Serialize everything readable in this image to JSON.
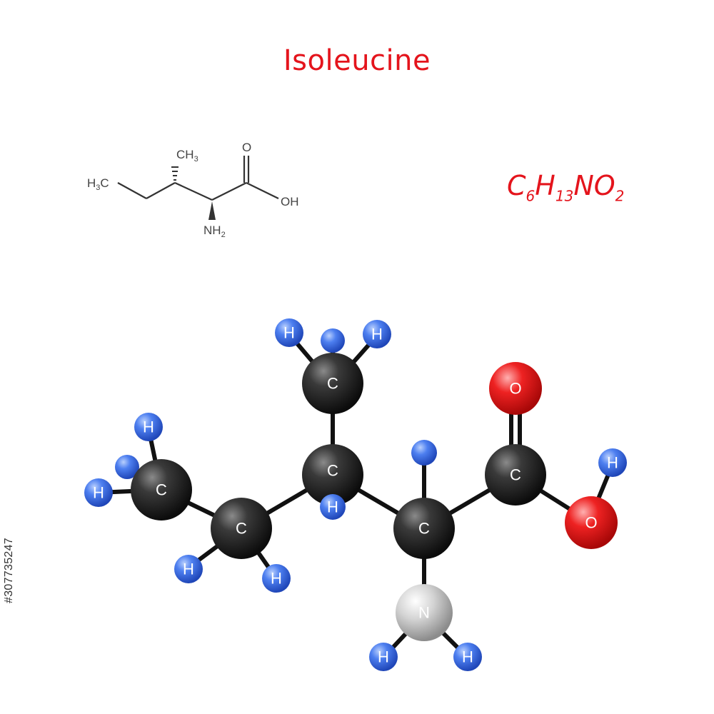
{
  "title": "Isoleucine",
  "formula": {
    "c": "C",
    "c_sub": "6",
    "h": "H",
    "h_sub": "13",
    "rest": "NO",
    "o_sub": "2"
  },
  "skeletal": {
    "ch3_top": "CH",
    "ch3_top_sub": "3",
    "h3c": "H",
    "h3c_sub": "3",
    "h3c_c": "C",
    "o": "O",
    "oh": "OH",
    "nh2": "NH",
    "nh2_sub": "2"
  },
  "atoms": {
    "c": "C",
    "h": "H",
    "n": "N",
    "o": "O"
  },
  "colors": {
    "carbon": "#2a2a2a",
    "hydrogen": "#3a6fe0",
    "oxygen": "#e01818",
    "nitrogen": "#c8c8c8",
    "title": "#e4141c"
  },
  "stock_id": "#307735247"
}
